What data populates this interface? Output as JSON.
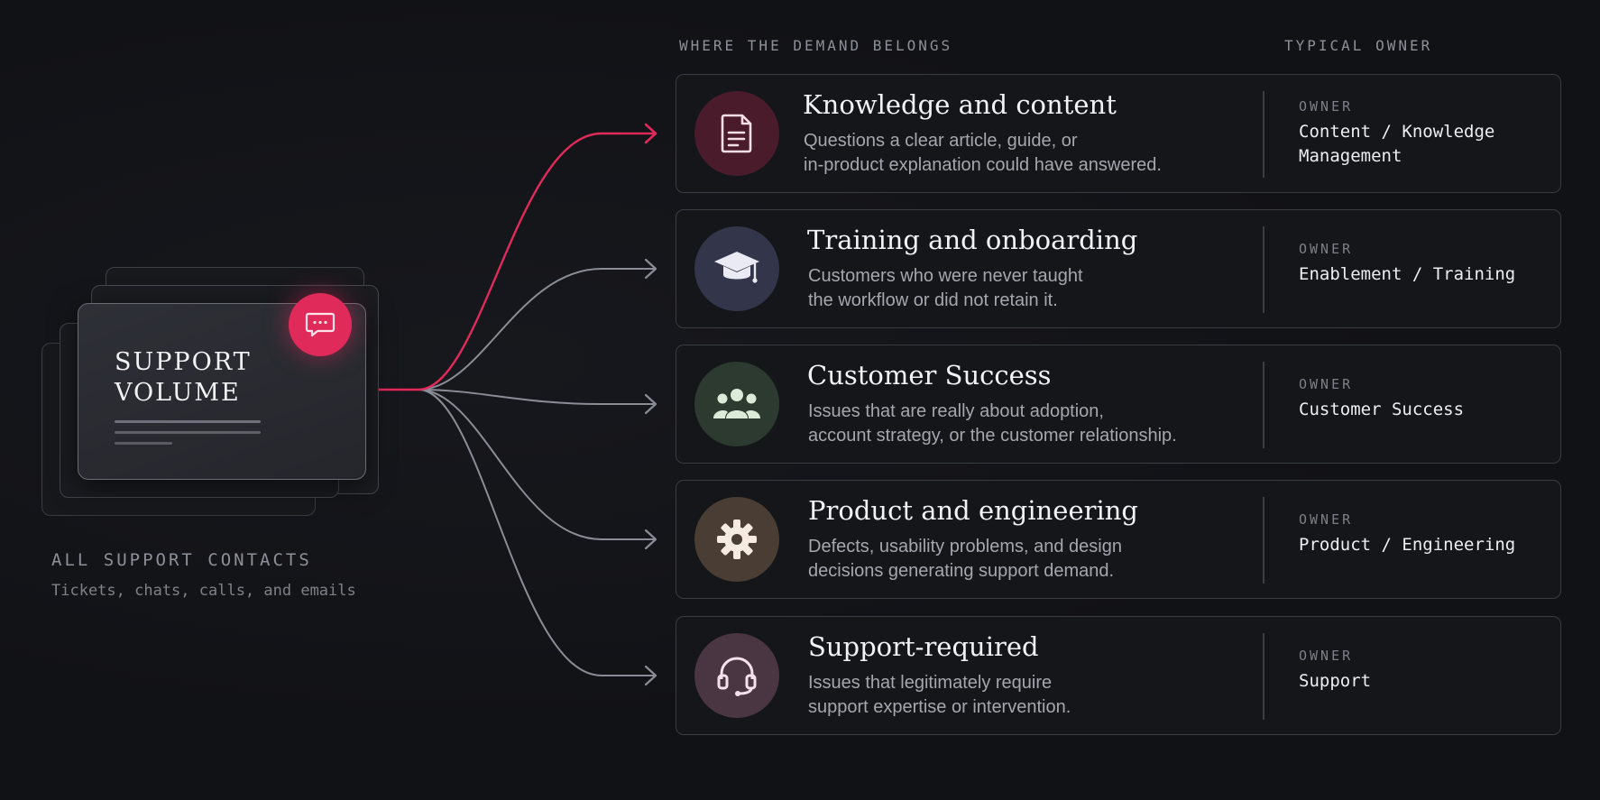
{
  "colors": {
    "background": "#111216",
    "accent": "#e02a5a",
    "connector": "#8a8d96",
    "card_border": "#3a3c43"
  },
  "source": {
    "title_line1": "SUPPORT",
    "title_line2": "VOLUME",
    "badge_icon": "chat-bubble-icon",
    "caption": "ALL SUPPORT CONTACTS",
    "subcaption": "Tickets, chats, calls, and emails"
  },
  "headers": {
    "demand": "WHERE THE DEMAND BELONGS",
    "owner": "TYPICAL OWNER"
  },
  "categories": [
    {
      "title": "Knowledge and content",
      "desc_line1": "Questions a clear article, guide, or",
      "desc_line2": "in-product explanation could have answered.",
      "owner_label": "OWNER",
      "owner_line1": "Content / Knowledge",
      "owner_line2": "Management",
      "icon": "document-icon",
      "icon_bg": "#4a1b2a",
      "icon_color": "#f5dfe6",
      "highlight": true
    },
    {
      "title": "Training and onboarding",
      "desc_line1": "Customers who were never taught",
      "desc_line2": "the workflow or did not retain it.",
      "owner_label": "OWNER",
      "owner_line1": "Enablement / Training",
      "owner_line2": "",
      "icon": "graduation-cap-icon",
      "icon_bg": "#33354a",
      "icon_color": "#e9eaf4",
      "highlight": false
    },
    {
      "title": "Customer Success",
      "desc_line1": "Issues that are really about adoption,",
      "desc_line2": "account strategy, or the customer relationship.",
      "owner_label": "OWNER",
      "owner_line1": "Customer Success",
      "owner_line2": "",
      "icon": "people-group-icon",
      "icon_bg": "#2c3a30",
      "icon_color": "#dcebd9",
      "highlight": false
    },
    {
      "title": "Product and engineering",
      "desc_line1": "Defects, usability problems, and design",
      "desc_line2": "decisions generating support demand.",
      "owner_label": "OWNER",
      "owner_line1": "Product / Engineering",
      "owner_line2": "",
      "icon": "gear-icon",
      "icon_bg": "#4a3d34",
      "icon_color": "#f6ebe0",
      "highlight": false
    },
    {
      "title": "Support-required",
      "desc_line1": "Issues that legitimately require",
      "desc_line2": "support expertise or intervention.",
      "owner_label": "OWNER",
      "owner_line1": "Support",
      "owner_line2": "",
      "icon": "headset-icon",
      "icon_bg": "#4a3542",
      "icon_color": "#f3e2ec",
      "highlight": false
    }
  ]
}
